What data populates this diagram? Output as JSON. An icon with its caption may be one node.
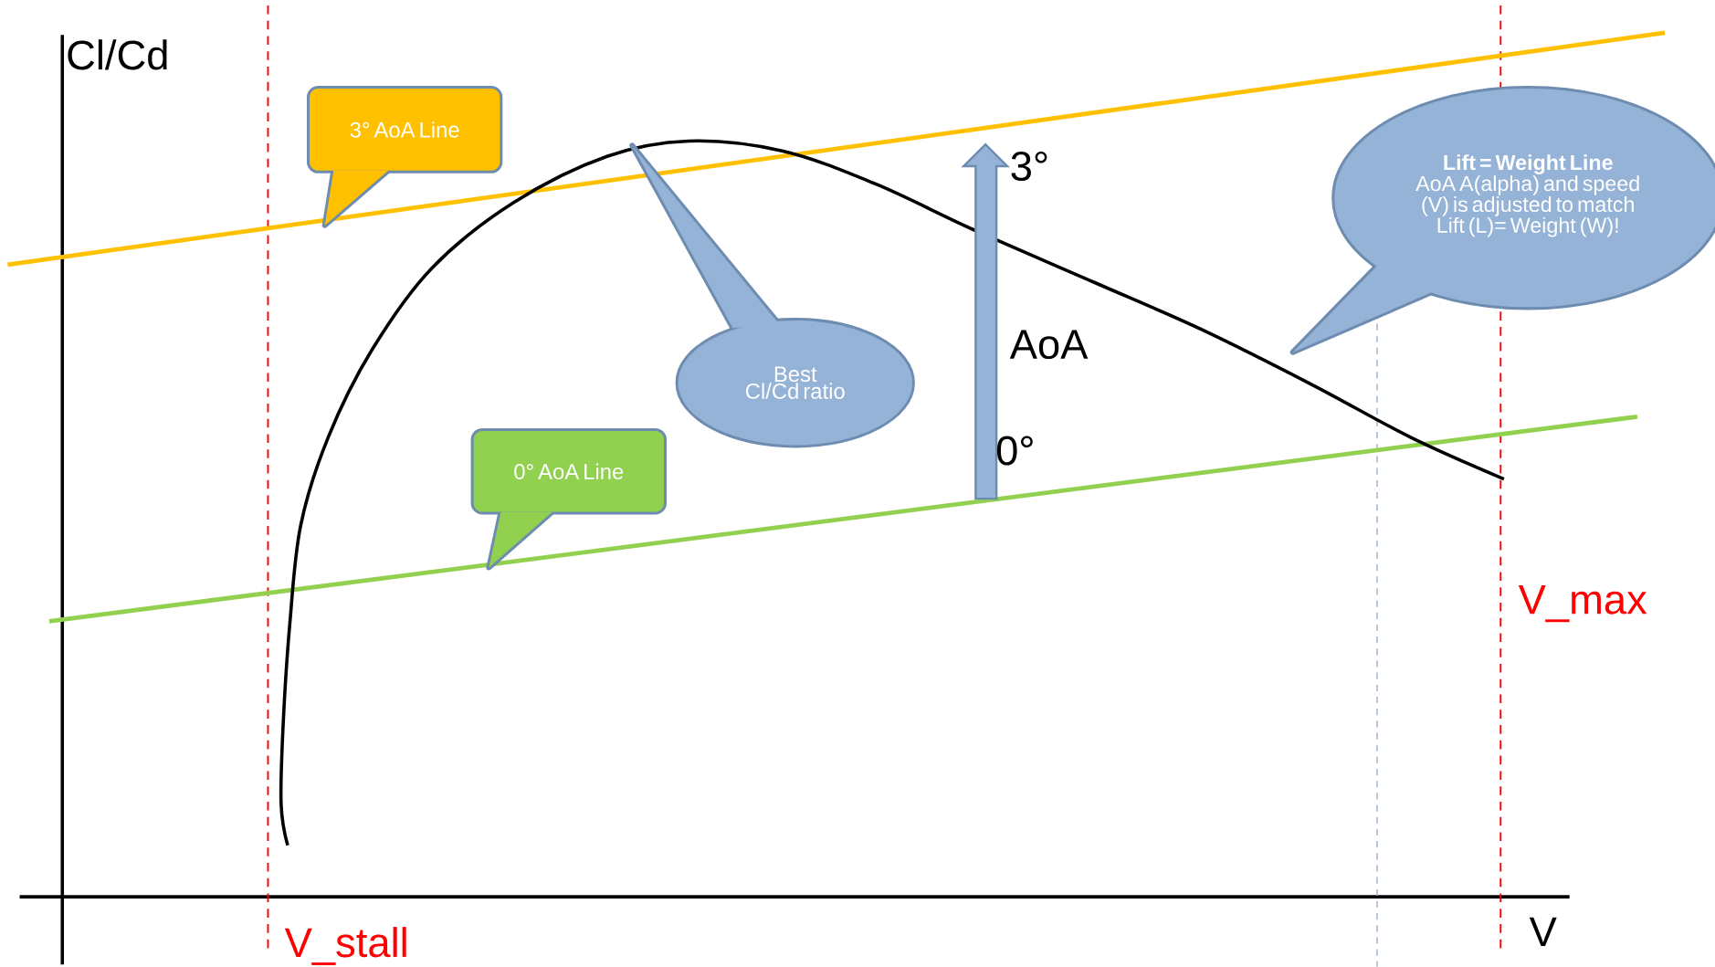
{
  "diagram": {
    "nodes": [
      {
        "text": [
          "3° AoA Line"
        ]
      },
      {
        "text": [
          "Best Cl/Cd ratio"
        ]
      },
      {
        "text": [
          "0° AoA Line"
        ]
      },
      {
        "text": [
          "Lift = Weight  Line",
          "AoA A(alpha) and speed (V) is adjusted to match Lift (L)= Weight (W)!"
        ]
      }
    ],
    "labels": [
      "Cl/Cd",
      "3°",
      "AoA",
      "0°",
      "V_max",
      "V_stall",
      "V"
    ]
  }
}
